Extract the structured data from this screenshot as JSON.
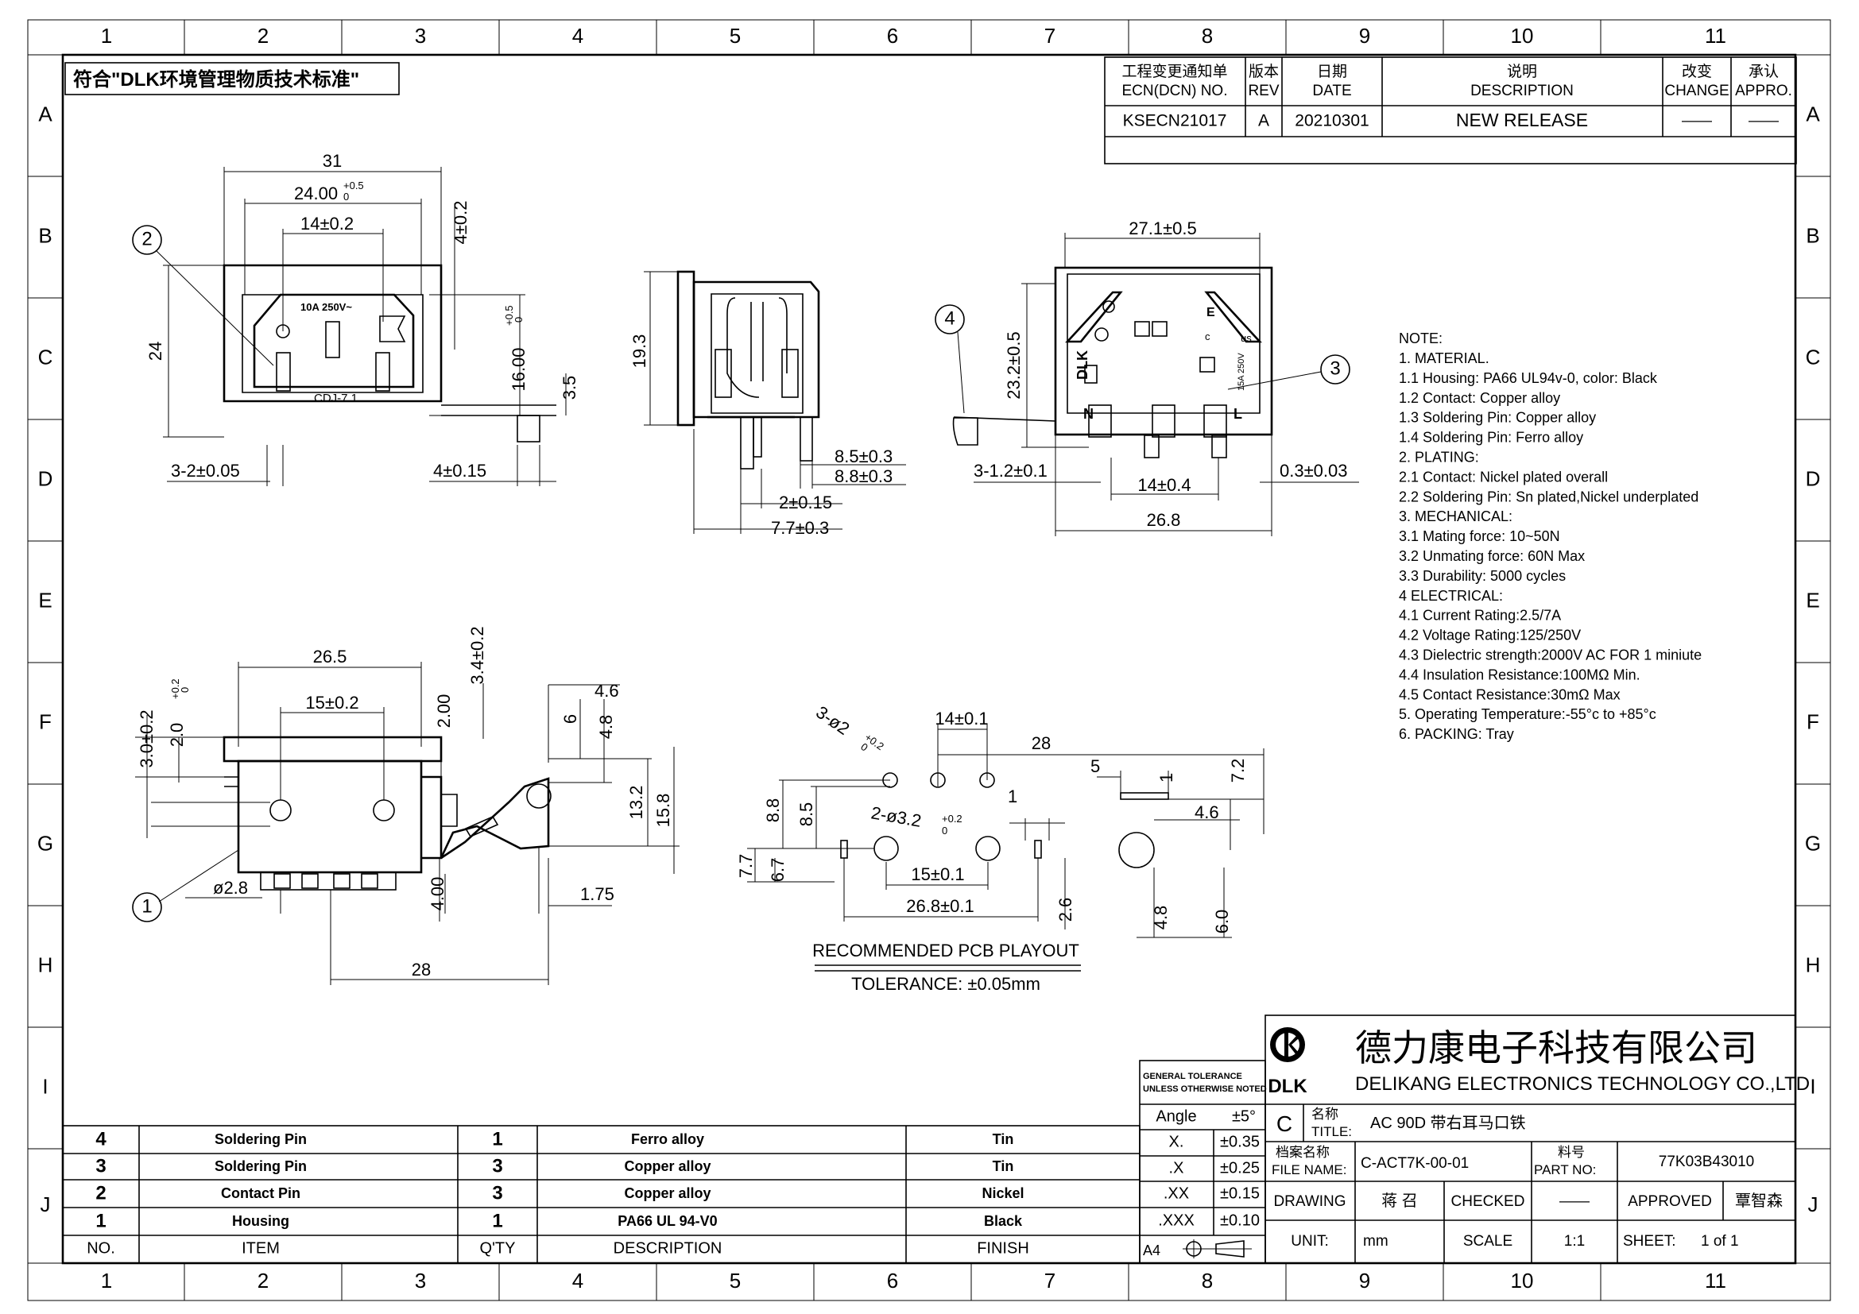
{
  "sheet": {
    "grid_cols": [
      "1",
      "2",
      "3",
      "4",
      "5",
      "6",
      "7",
      "8",
      "9",
      "10",
      "11"
    ],
    "grid_rows": [
      "A",
      "B",
      "C",
      "D",
      "E",
      "F",
      "G",
      "H",
      "I",
      "J"
    ]
  },
  "compliance_box": "符合\"DLK环境管理物质技术标准\"",
  "revision": {
    "headers": {
      "ecn_cn": "工程变更通知单",
      "ecn_en": "ECN(DCN) NO.",
      "rev_cn": "版本",
      "rev_en": "REV",
      "date_cn": "日期",
      "date_en": "DATE",
      "desc_cn": "说明",
      "desc_en": "DESCRIPTION",
      "change_cn": "改变",
      "change_en": "CHANGE",
      "appro_cn": "承认",
      "appro_en": "APPRO."
    },
    "row": {
      "ecn": "KSECN21017",
      "rev": "A",
      "date": "20210301",
      "desc": "NEW RELEASE",
      "change": "——",
      "appro": "——"
    }
  },
  "front_view": {
    "dims": [
      "31",
      "24.00",
      "+0.5",
      "0",
      "14±0.2",
      "4±0.2",
      "24",
      "16.00",
      "+0.5",
      "0",
      "3.5",
      "3-2±0.05",
      "4±0.15"
    ],
    "marking": [
      "10A 250V~",
      "CDJ-7 1"
    ],
    "balloon": "2"
  },
  "side_view": {
    "dims": [
      "19.3",
      "8.5±0.3",
      "8.8±0.3",
      "2±0.15",
      "7.7±0.3"
    ]
  },
  "rear_view": {
    "dims": [
      "27.1±0.5",
      "23.2±0.5",
      "3-1.2±0.1",
      "14±0.4",
      "0.3±0.03",
      "26.8"
    ],
    "marking": [
      "DLK",
      "N",
      "L",
      "E",
      "c",
      "us",
      "15A 250V"
    ],
    "balloons": [
      "4",
      "3"
    ]
  },
  "bottom_view": {
    "dims": [
      "26.5",
      "15±0.2",
      "3.0±0.2",
      "2.0",
      "+0.2",
      "0",
      "2.00",
      "3.4±0.2",
      "4.6",
      "6",
      "4.8",
      "13.2",
      "15.8",
      "ø2.8",
      "4.00",
      "1.75",
      "28"
    ],
    "balloon": "1"
  },
  "pcb_layout": {
    "dims": [
      "14±0.1",
      "28",
      "3-ø2",
      "+0.2",
      "0",
      "8.8",
      "8.5",
      "2-ø3.2",
      "+0.2",
      "0",
      "1",
      "5",
      "1",
      "7.2",
      "4.6",
      "7.7",
      "6.7",
      "15±0.1",
      "26.8±0.1",
      "2.6",
      "4.8",
      "6.0"
    ],
    "title": "RECOMMENDED PCB PLAYOUT",
    "tolerance": "TOLERANCE: ±0.05mm"
  },
  "notes": {
    "title": "NOTE:",
    "lines": [
      "1. MATERIAL.",
      "1.1 Housing: PA66 UL94v-0, color: Black",
      "1.2 Contact: Copper alloy",
      "1.3 Soldering Pin: Copper alloy",
      "1.4 Soldering Pin:  Ferro alloy",
      "2. PLATING:",
      "2.1 Contact: Nickel plated overall",
      "2.2 Soldering Pin: Sn plated,Nickel underplated",
      "3.   MECHANICAL:",
      "3.1 Mating force: 10~50N",
      "3.2 Unmating force: 60N Max",
      "3.3 Durability: 5000 cycles",
      "4   ELECTRICAL:",
      "4.1 Current Rating:2.5/7A",
      "4.2 Voltage Rating:125/250V",
      "4.3 Dielectric strength:2000V AC FOR 1 miniute",
      "4.4 Insulation Resistance:100MΩ Min.",
      "4.5 Contact Resistance:30mΩ Max",
      "5. Operating Temperature:-55°c to +85°c",
      "6. PACKING: Tray"
    ]
  },
  "bom": {
    "headers": {
      "no": "NO.",
      "item": "ITEM",
      "qty": "Q'TY",
      "desc": "DESCRIPTION",
      "finish": "FINISH"
    },
    "rows": [
      {
        "no": "4",
        "item": "Soldering Pin",
        "qty": "1",
        "desc": "Ferro alloy",
        "finish": "Tin"
      },
      {
        "no": "3",
        "item": "Soldering Pin",
        "qty": "3",
        "desc": "Copper alloy",
        "finish": "Tin"
      },
      {
        "no": "2",
        "item": "Contact Pin",
        "qty": "3",
        "desc": "Copper alloy",
        "finish": "Nickel"
      },
      {
        "no": "1",
        "item": "Housing",
        "qty": "1",
        "desc": "PA66 UL 94-V0",
        "finish": "Black"
      }
    ]
  },
  "tolerance": {
    "title": "GENERAL TOLERANCE",
    "subtitle": "UNLESS OTHERWISE NOTED",
    "rows": [
      {
        "k": "Angle",
        "v": "±5°"
      },
      {
        "k": "X.",
        "v": "±0.35"
      },
      {
        "k": ".X",
        "v": "±0.25"
      },
      {
        "k": ".XX",
        "v": "±0.15"
      },
      {
        "k": ".XXX",
        "v": "±0.10"
      }
    ],
    "paper": "A4"
  },
  "title_block": {
    "company_cn": "德力康电子科技有限公司",
    "company_en": "DELIKANG ELECTRONICS TECHNOLOGY CO.,LTD",
    "logo_text": "DLK",
    "size_letter": "C",
    "title_label_cn": "名称",
    "title_label_en": "TITLE:",
    "title_value": "AC 90D 带右耳马口铁",
    "file_label_cn": "档案名称",
    "file_label_en": "FILE NAME:",
    "file_value": "C-ACT7K-00-01",
    "part_label_cn": "料号",
    "part_label_en": "PART NO:",
    "part_value": "77K03B43010",
    "drawing_label": "DRAWING",
    "drawing_value": "蒋 召",
    "checked_label": "CHECKED",
    "checked_value": "——",
    "approved_label": "APPROVED",
    "approved_value": "覃智森",
    "unit_label": "UNIT:",
    "unit_value": "mm",
    "scale_label": "SCALE",
    "scale_value": "1:1",
    "sheet_label": "SHEET:",
    "sheet_value": "1 of 1"
  }
}
